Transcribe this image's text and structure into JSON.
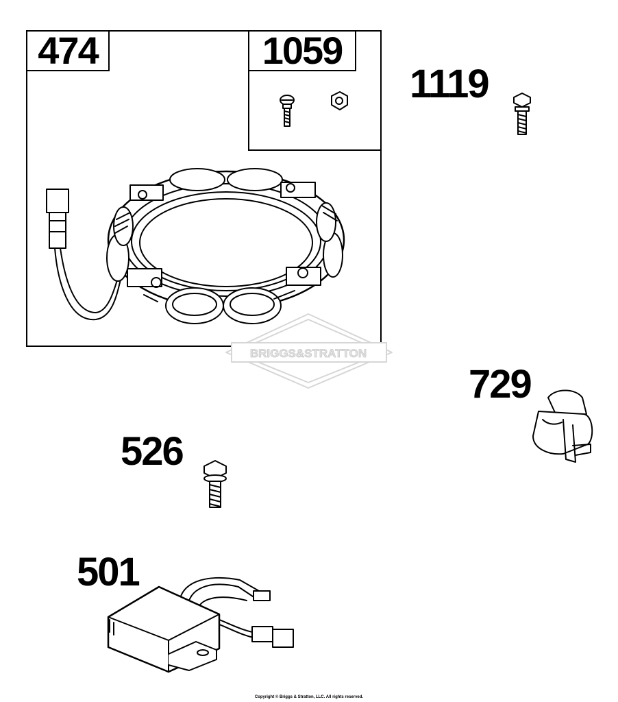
{
  "diagram": {
    "callouts": {
      "armature_kit": "474",
      "hardware_kit": "1059",
      "screw_top": "1119",
      "clip": "729",
      "screw_lower": "526",
      "regulator": "501"
    },
    "watermark": "BRIGGS&STRATTON",
    "copyright": "Copyright © Briggs & Stratton, LLC. All rights reserved."
  }
}
